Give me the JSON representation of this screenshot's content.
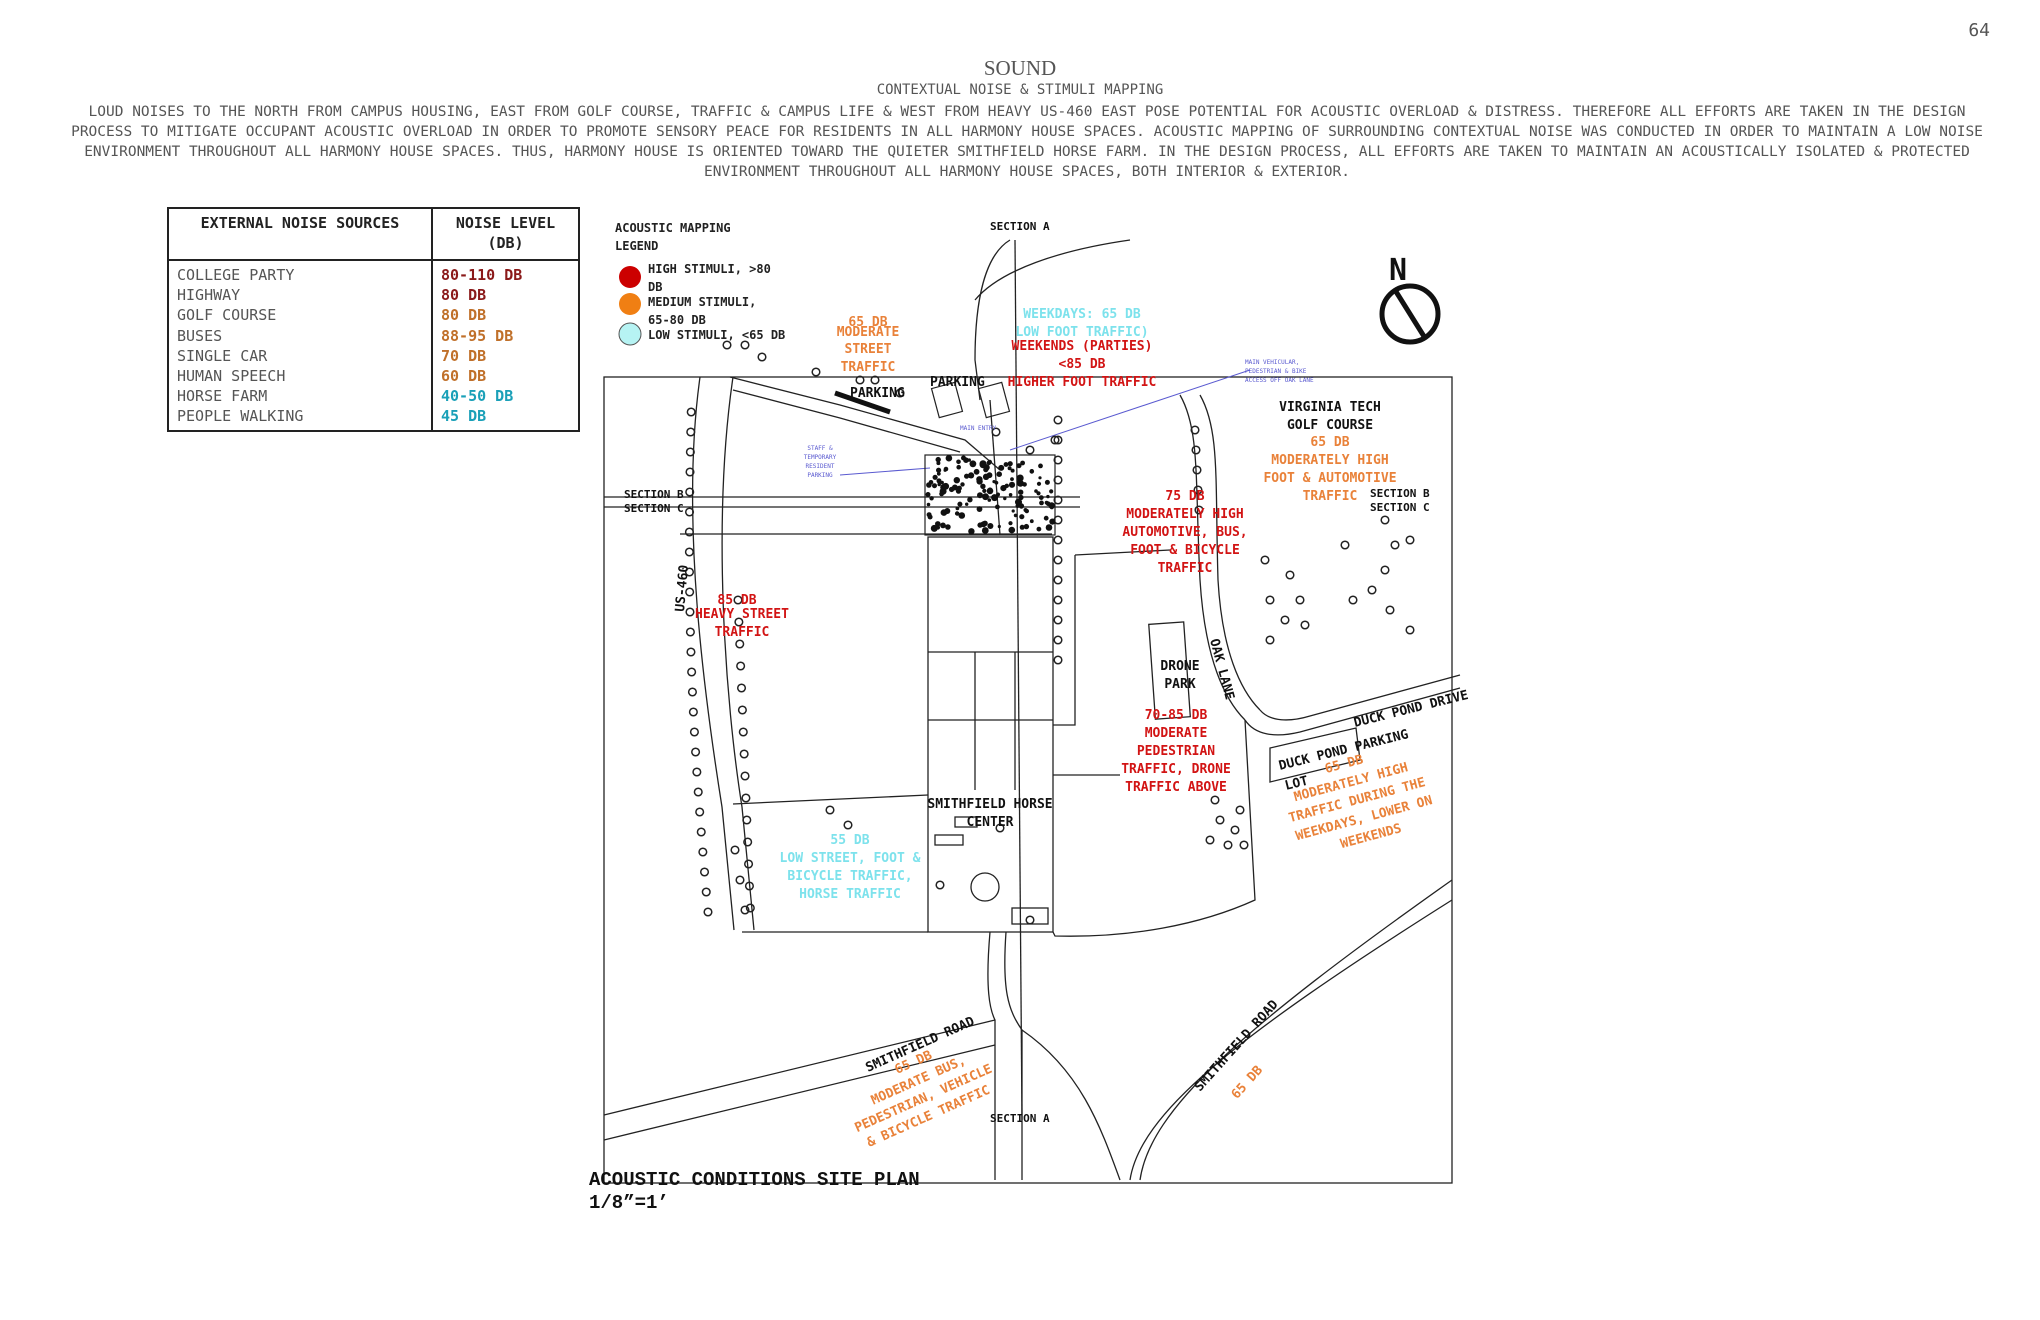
{
  "page_number": "64",
  "header": {
    "title": "SOUND",
    "subtitle": "CONTEXTUAL NOISE & STIMULI MAPPING",
    "description": "LOUD NOISES TO THE NORTH FROM CAMPUS HOUSING, EAST FROM GOLF COURSE, TRAFFIC & CAMPUS LIFE & WEST FROM HEAVY US-460 EAST POSE POTENTIAL FOR ACOUSTIC OVERLOAD & DISTRESS. THEREFORE ALL EFFORTS ARE TAKEN IN THE DESIGN PROCESS TO MITIGATE OCCUPANT ACOUSTIC OVERLOAD IN ORDER TO PROMOTE SENSORY PEACE FOR RESIDENTS IN ALL HARMONY HOUSE SPACES. ACOUSTIC MAPPING OF SURROUNDING CONTEXTUAL NOISE WAS CONDUCTED IN ORDER TO MAINTAIN A LOW NOISE ENVIRONMENT THROUGHOUT ALL HARMONY HOUSE SPACES. THUS, HARMONY HOUSE IS ORIENTED TOWARD THE QUIETER SMITHFIELD HORSE FARM. IN THE DESIGN PROCESS, ALL EFFORTS ARE TAKEN TO MAINTAIN AN ACOUSTICALLY ISOLATED & PROTECTED ENVIRONMENT THROUGHOUT ALL HARMONY HOUSE SPACES, BOTH INTERIOR & EXTERIOR."
  },
  "noise_table": {
    "headers": [
      "EXTERNAL NOISE SOURCES",
      "NOISE LEVEL (DB)"
    ],
    "rows": [
      {
        "source": "COLLEGE PARTY",
        "level": "80-110 DB",
        "color": "#8b1a1a"
      },
      {
        "source": "HIGHWAY",
        "level": "80 DB",
        "color": "#8b1a1a"
      },
      {
        "source": "GOLF COURSE",
        "level": "80 DB",
        "color": "#c0702a"
      },
      {
        "source": "BUSES",
        "level": "88-95 DB",
        "color": "#c0702a"
      },
      {
        "source": "SINGLE CAR",
        "level": "70 DB",
        "color": "#c0702a"
      },
      {
        "source": "HUMAN SPEECH",
        "level": "60 DB",
        "color": "#c0702a"
      },
      {
        "source": "HORSE FARM",
        "level": "40-50 DB",
        "color": "#1aa0b8"
      },
      {
        "source": "PEOPLE WALKING",
        "level": "45 DB",
        "color": "#1aa0b8"
      }
    ]
  },
  "legend": {
    "title": [
      "ACOUSTIC MAPPING",
      "LEGEND"
    ],
    "high": {
      "lines": [
        "HIGH STIMULI, >80",
        "DB"
      ],
      "color": "#cc0000"
    },
    "medium": {
      "lines": [
        "MEDIUM STIMULI,",
        "65-80 DB"
      ],
      "color": "#f07f13"
    },
    "low": {
      "lines": [
        "LOW STIMULI, <65 DB"
      ],
      "color": "#b6f3f3"
    }
  },
  "colors": {
    "red": "#d21414",
    "orange": "#e9823a",
    "cyan": "#7de2ec",
    "line": "#222222",
    "annotation_blue": "#5a5ad0"
  },
  "map": {
    "north_label": "N",
    "section_a_top": "SECTION A",
    "section_a_bottom": "SECTION A",
    "section_b_left": "SECTION B",
    "section_c_left": "SECTION C",
    "section_b_right": "SECTION B",
    "section_c_right": "SECTION C",
    "us460": "US-460",
    "parking_1": "PARKING",
    "parking_2": "PARKING",
    "golf_course": [
      "VIRGINIA TECH",
      "GOLF COURSE"
    ],
    "drone_park": [
      "DRONE",
      "PARK"
    ],
    "oak_lane": "OAK LANE",
    "duck_pond_drive": "DUCK POND DRIVE",
    "duck_pond_parking": [
      "DUCK POND PARKING",
      "LOT"
    ],
    "horse_center": [
      "SMITHFIELD HORSE",
      "CENTER"
    ],
    "smithfield_road_1": "SMITHFIELD ROAD",
    "smithfield_road_2": "SMITHFIELD ROAD",
    "blue_note_1": [
      "STAFF &",
      "TEMPORARY",
      "RESIDENT",
      "PARKING"
    ],
    "blue_note_2": [
      "MAIN VEHICULAR,",
      "PEDESTRIAN & BIKE",
      "ACCESS OFF OAK LANE"
    ],
    "blue_note_3": "MAIN ENTRY",
    "zone_moderate_street": [
      "65 DB",
      "MODERATE",
      "STREET",
      "TRAFFIC"
    ],
    "zone_weekdays": [
      "WEEKDAYS: 65 DB",
      "LOW FOOT TRAFFIC)"
    ],
    "zone_weekends": [
      "WEEKENDS (PARTIES)",
      "<85 DB",
      "HIGHER FOOT TRAFFIC"
    ],
    "zone_golf": [
      "65 DB",
      "MODERATELY HIGH",
      "FOOT & AUTOMOTIVE",
      "TRAFFIC"
    ],
    "zone_75": [
      "75 DB",
      "MODERATELY HIGH",
      "AUTOMOTIVE, BUS,",
      "FOOT & BICYCLE",
      "TRAFFIC"
    ],
    "zone_85": [
      "85 DB",
      "HEAVY STREET",
      "TRAFFIC"
    ],
    "zone_drone": [
      "70-85 DB",
      "MODERATE",
      "PEDESTRIAN",
      "TRAFFIC, DRONE",
      "TRAFFIC ABOVE"
    ],
    "zone_duck_pond": [
      "65 DB",
      "MODERATELY HIGH",
      "TRAFFIC DURING THE",
      "WEEKDAYS, LOWER ON",
      "WEEKENDS"
    ],
    "zone_horse": [
      "55 DB",
      "LOW STREET, FOOT &",
      "BICYCLE TRAFFIC,",
      "HORSE TRAFFIC"
    ],
    "zone_smithfield": [
      "65 DB",
      "MODERATE BUS,",
      "PEDESTRIAN, VEHICLE",
      "& BICYCLE TRAFFIC"
    ],
    "zone_smithfield_2": "65 DB"
  },
  "plan": {
    "title": "ACOUSTIC CONDITIONS SITE PLAN",
    "scale": "1/8”=1’"
  }
}
